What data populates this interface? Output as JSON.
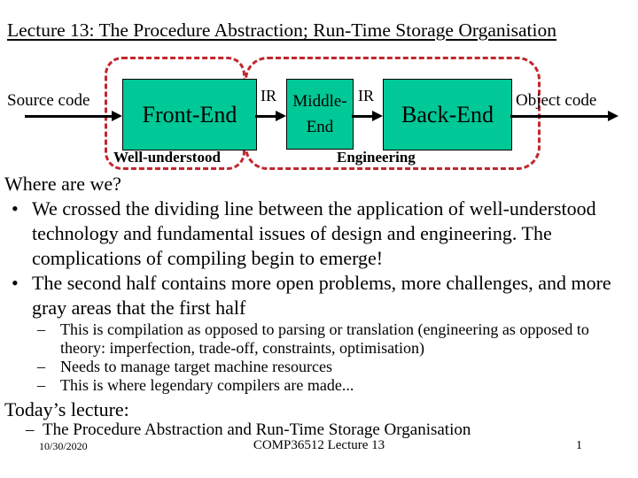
{
  "slide": {
    "title": "Lecture 13: The Procedure Abstraction; Run-Time Storage Organisation"
  },
  "colors": {
    "box_green": "#00c896",
    "dashed_red": "#c0272d",
    "text": "#000000",
    "background": "#ffffff"
  },
  "diagram": {
    "source_label": "Source code",
    "object_label": "Object code",
    "ir_label_1": "IR",
    "ir_label_2": "IR",
    "front_end_label": "Front-End",
    "middle_end_line1": "Middle-",
    "middle_end_line2": "End",
    "back_end_label": "Back-End",
    "well_understood_label": "Well-understood",
    "engineering_label": "Engineering"
  },
  "body": {
    "heading": "Where are we?",
    "bullets": [
      {
        "level": 1,
        "marker": "•",
        "text": "We crossed the dividing line between the application of well-understood technology and fundamental issues of design and engineering. The complications of compiling begin to emerge!"
      },
      {
        "level": 1,
        "marker": "•",
        "text": "The second half contains more open problems, more challenges, and more gray areas that the first half"
      },
      {
        "level": 2,
        "marker": "–",
        "text": "This is compilation as opposed to parsing or translation (engineering as opposed to theory: imperfection, trade-off, constraints, optimisation)"
      },
      {
        "level": 2,
        "marker": "–",
        "text": "Needs to manage target machine resources"
      },
      {
        "level": 2,
        "marker": "–",
        "text": "This is where legendary compilers are made..."
      }
    ],
    "today": {
      "heading": "Today’s lecture:",
      "bullet_marker": "–",
      "bullet_text": "The Procedure Abstraction and Run-Time Storage Organisation"
    }
  },
  "footer": {
    "date": "10/30/2020",
    "center": "COMP36512 Lecture 13",
    "page": "1"
  }
}
